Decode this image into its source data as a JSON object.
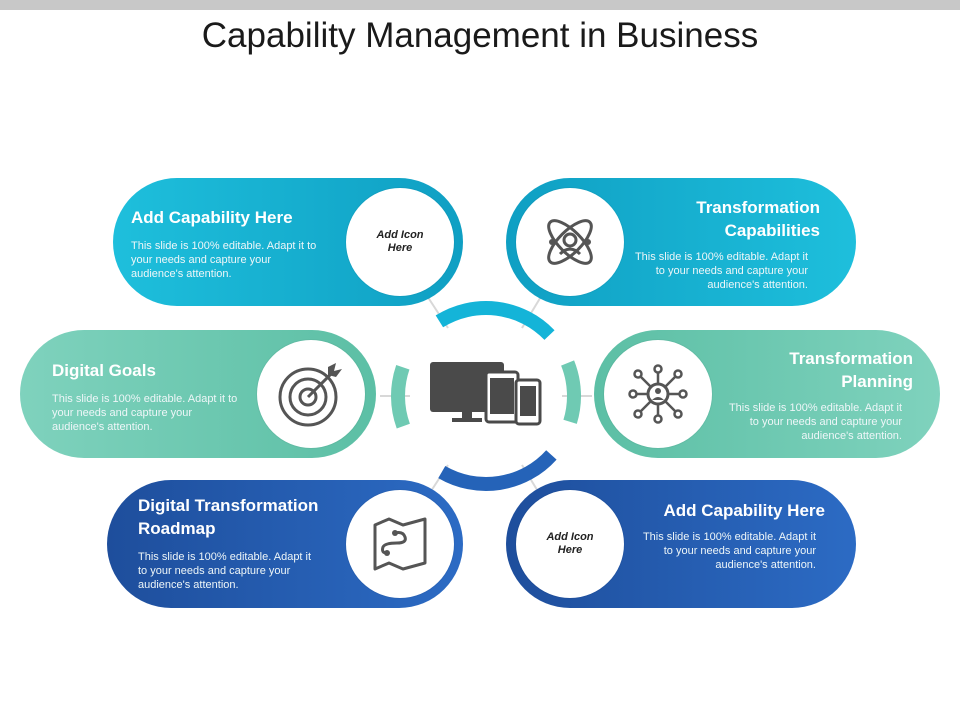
{
  "title": "Capability Management in Business",
  "center": {
    "icon": "devices-icon"
  },
  "cards": [
    {
      "title": "Add Capability Here",
      "desc": "This slide is 100% editable. Adapt it to your needs and capture your audience's attention.",
      "icon_text": "Add Icon Here",
      "color": "#14b4d8"
    },
    {
      "title": "Transformation Capabilities",
      "desc": "This slide is 100% editable. Adapt it to your needs and capture your audience's attention.",
      "icon": "atom-icon",
      "color": "#14b4d8"
    },
    {
      "title": "Digital Goals",
      "desc": "This slide is 100% editable. Adapt it to your needs and capture your audience's attention.",
      "icon": "target-icon",
      "color": "#6fcab3"
    },
    {
      "title": "Transformation Planning",
      "desc": "This slide is 100% editable. Adapt it to your needs and capture your audience's attention.",
      "icon": "network-icon",
      "color": "#6fcab3"
    },
    {
      "title": "Digital Transformation Roadmap",
      "desc": "This slide is 100% editable. Adapt it to your needs and capture your audience's attention.",
      "icon": "map-icon",
      "color": "#2563b8"
    },
    {
      "title": "Add Capability Here",
      "desc": "This slide is 100% editable. Adapt it to your needs and capture your audience's attention.",
      "icon_text": "Add Icon Here",
      "color": "#2563b8"
    }
  ]
}
